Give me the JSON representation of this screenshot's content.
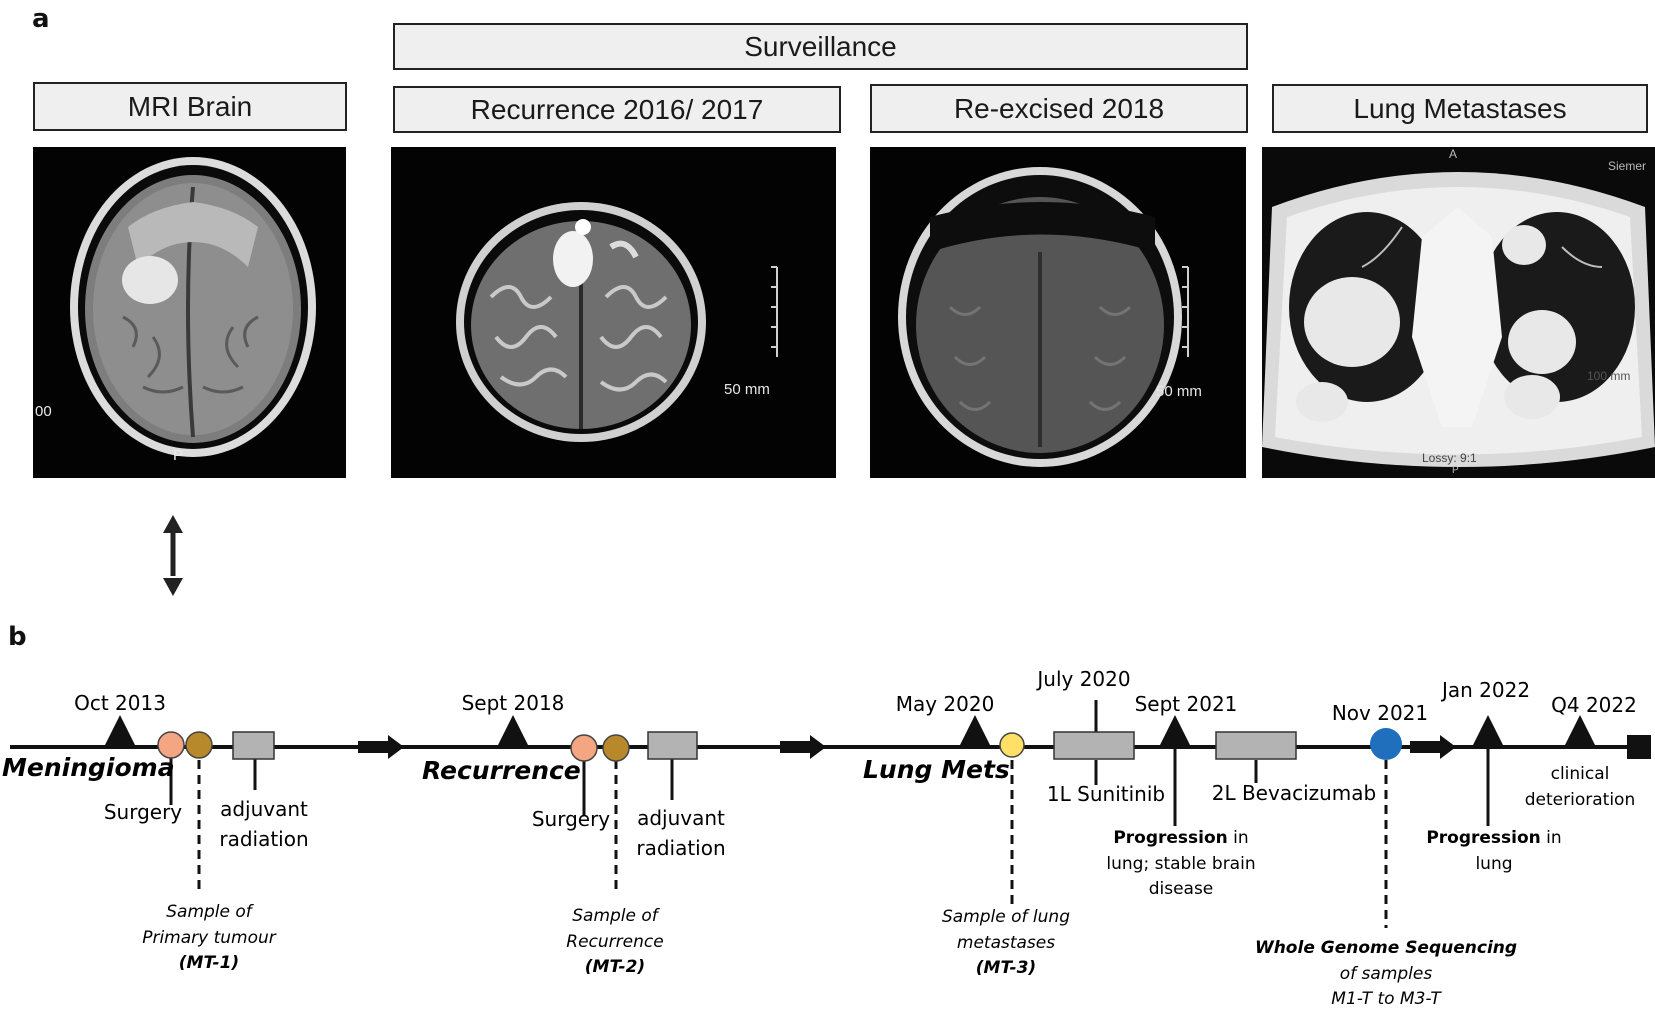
{
  "panel_a": {
    "letter": "a",
    "headers": {
      "surveillance": "Surveillance",
      "mri_brain": "MRI Brain",
      "recurrence": "Recurrence 2016/ 2017",
      "reexcised": "Re-excised 2018",
      "lung_mets": "Lung Metastases"
    },
    "scan_labels": {
      "mri_zoom": "00",
      "mri_posterior": "P",
      "recurrence_scale": "50 mm",
      "reexcised_scale": "50 mm",
      "lung_anterior": "A",
      "lung_vendor": "Siemer",
      "lung_scale": "100 mm",
      "lung_compression": "Lossy: 9:1",
      "lung_posterior": "P"
    }
  },
  "panel_b": {
    "letter": "b",
    "stage_labels": {
      "meningioma": "Meningioma",
      "recurrence": "Recurrence",
      "lung_mets": "Lung Mets"
    },
    "dates": {
      "oct_2013": "Oct 2013",
      "sept_2018": "Sept 2018",
      "may_2020": "May 2020",
      "july_2020": "July 2020",
      "sept_2021": "Sept 2021",
      "nov_2021": "Nov 2021",
      "jan_2022": "Jan 2022",
      "q4_2022": "Q4 2022"
    },
    "events": {
      "surgery_1": "Surgery",
      "adjuvant_1": "adjuvant",
      "radiation_1": "radiation",
      "surgery_2": "Surgery",
      "adjuvant_2": "adjuvant",
      "radiation_2": "radiation",
      "sunitinib": "1L Sunitinib",
      "bevacizumab": "2L Bevacizumab",
      "progression_1_bold": "Progression",
      "progression_1_rest": " in",
      "progression_1_line2": "lung; stable brain",
      "progression_1_line3": "disease",
      "progression_2_bold": "Progression",
      "progression_2_rest": " in",
      "progression_2_line2": "lung",
      "clinical_1": "clinical",
      "clinical_2": "deterioration"
    },
    "samples": {
      "mt1_line1": "Sample of",
      "mt1_line2": "Primary tumour",
      "mt1_id": "(MT-1)",
      "mt2_line1": "Sample of",
      "mt2_line2": "Recurrence",
      "mt2_id": "(MT-2)",
      "mt3_line1": "Sample of lung",
      "mt3_line2": "metastases",
      "mt3_id": "(MT-3)",
      "wgs_title": "Whole Genome Sequencing",
      "wgs_line2": "of samples",
      "wgs_line3": "M1-T to M3-T"
    },
    "colors": {
      "surgery": "#f4a582",
      "radiation_marker": "#b8892a",
      "lung_sample": "#ffe066",
      "wgs": "#1f6fbd",
      "treatment_box": "#b3b3b3"
    }
  }
}
